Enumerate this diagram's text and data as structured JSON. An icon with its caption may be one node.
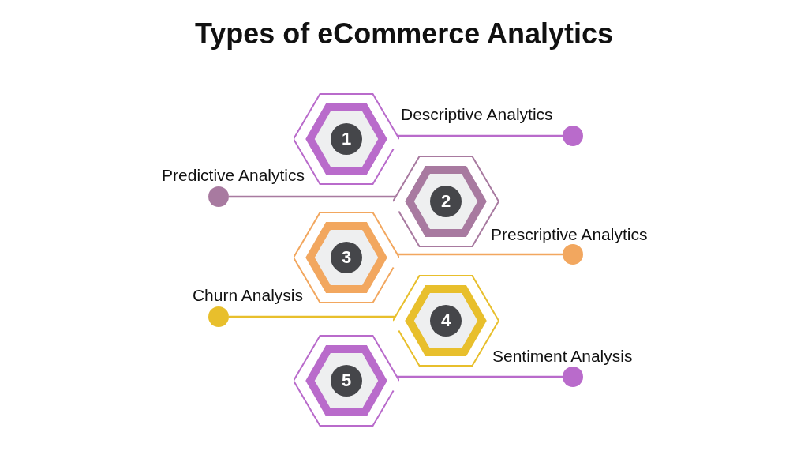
{
  "diagram": {
    "title": "Types of eCommerce Analytics",
    "nodes": [
      {
        "text": [
          "1"
        ]
      },
      {
        "text": [],
        "shape": "circle"
      },
      {
        "text": [
          "2"
        ]
      },
      {
        "text": [],
        "shape": "circle"
      },
      {
        "text": [
          "3"
        ]
      },
      {
        "text": [],
        "shape": "circle"
      },
      {
        "text": [
          "4"
        ]
      },
      {
        "text": [],
        "shape": "circle"
      },
      {
        "text": [
          "5"
        ]
      },
      {
        "text": [],
        "shape": "circle"
      }
    ],
    "edges": [
      {
        "from": 0,
        "to": 1,
        "arrow": "none",
        "label": "Descriptive Analytics",
        "color": "#b96bcb"
      },
      {
        "from": 2,
        "to": 3,
        "arrow": "none",
        "label": "Predictive Analytics",
        "color": "#a87aa0"
      },
      {
        "from": 4,
        "to": 5,
        "arrow": "none",
        "label": "Prescriptive Analytics",
        "color": "#f2a75f"
      },
      {
        "from": 6,
        "to": 7,
        "arrow": "none",
        "label": "Churn Analysis",
        "color": "#e8bf2c"
      },
      {
        "from": 8,
        "to": 9,
        "arrow": "none",
        "label": "Sentiment Analysis",
        "color": "#b96bcb"
      }
    ]
  }
}
